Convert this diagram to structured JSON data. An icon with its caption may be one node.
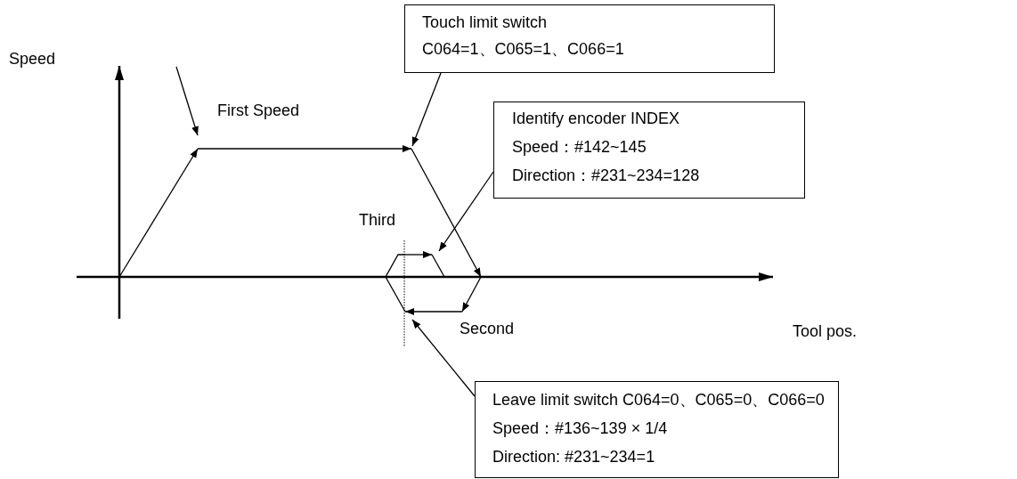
{
  "diagram": {
    "nodes": [
      {
        "text": [
          "Touch limit switch",
          "C064=1、C065=1、C066=1"
        ]
      },
      {
        "text": [
          "Identify encoder INDEX",
          "Speed：#142~145",
          "Direction：#231~234=128"
        ]
      },
      {
        "text": [
          "Leave limit switch C064=0、C065=0、C066=0",
          "Speed：#136~139 × 1/4",
          "Direction: #231~234=1"
        ]
      }
    ],
    "edges": [
      {
        "from": 0,
        "to": null,
        "arrow": "to"
      },
      {
        "from": 1,
        "to": null,
        "arrow": "to"
      },
      {
        "from": 2,
        "to": null,
        "arrow": "to"
      }
    ],
    "labels": [
      "Speed",
      "First Speed",
      "Third",
      "Tool pos.",
      "Second"
    ]
  }
}
